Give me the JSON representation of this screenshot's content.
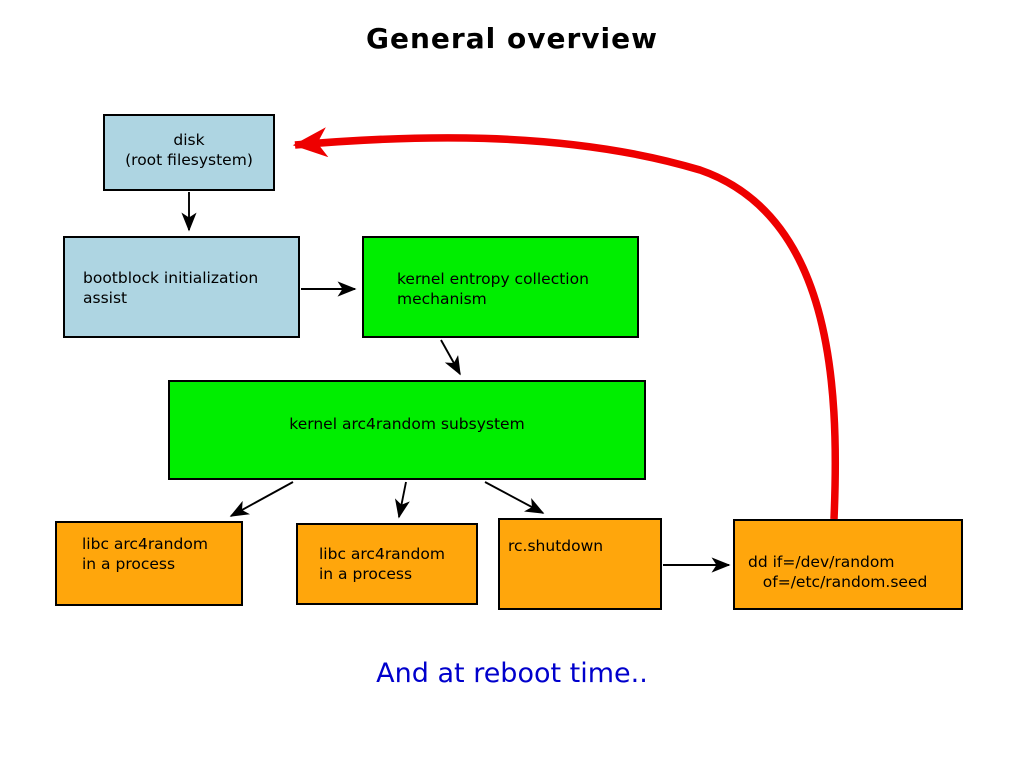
{
  "slide": {
    "title": "General  overview",
    "caption": "And at reboot time..",
    "caption_color": "#0000cc",
    "background": "#ffffff"
  },
  "palette": {
    "blue": "#aed5e2",
    "green": "#00ee00",
    "orange": "#ffa60c",
    "border": "#000000",
    "arrow": "#000000",
    "feedback_arrow": "#ee0000"
  },
  "nodes": [
    {
      "id": "disk",
      "label": "disk\n(root filesystem)",
      "color": "blue",
      "align": "center"
    },
    {
      "id": "bootblock",
      "label": "bootblock initialization\nassist",
      "color": "blue",
      "align": "left"
    },
    {
      "id": "entropy",
      "label": "kernel entropy collection\nmechanism",
      "color": "green",
      "align": "left"
    },
    {
      "id": "arc4",
      "label": "kernel arc4random subsystem",
      "color": "green",
      "align": "center"
    },
    {
      "id": "libc1",
      "label": "libc arc4random\nin a process",
      "color": "orange",
      "align": "left"
    },
    {
      "id": "libc2",
      "label": "libc arc4random\nin a process",
      "color": "orange",
      "align": "left"
    },
    {
      "id": "rcshutdown",
      "label": "rc.shutdown",
      "color": "orange",
      "align": "left"
    },
    {
      "id": "dd",
      "label": "dd if=/dev/random\n   of=/etc/random.seed",
      "color": "orange",
      "align": "left"
    }
  ],
  "edges": [
    {
      "id": "disk-to-bootblock",
      "from": "disk",
      "to": "bootblock",
      "style": "straight",
      "color": "#000000"
    },
    {
      "id": "bootblock-to-entropy",
      "from": "bootblock",
      "to": "entropy",
      "style": "straight",
      "color": "#000000"
    },
    {
      "id": "entropy-to-arc4",
      "from": "entropy",
      "to": "arc4",
      "style": "straight",
      "color": "#000000"
    },
    {
      "id": "arc4-to-libc1",
      "from": "arc4",
      "to": "libc1",
      "style": "straight",
      "color": "#000000"
    },
    {
      "id": "arc4-to-libc2",
      "from": "arc4",
      "to": "libc2",
      "style": "straight",
      "color": "#000000"
    },
    {
      "id": "arc4-to-rcshutdown",
      "from": "arc4",
      "to": "rcshutdown",
      "style": "straight",
      "color": "#000000"
    },
    {
      "id": "rcshutdown-to-dd",
      "from": "rcshutdown",
      "to": "dd",
      "style": "straight",
      "color": "#000000"
    },
    {
      "id": "dd-to-disk",
      "from": "dd",
      "to": "disk",
      "style": "curved",
      "color": "#ee0000"
    }
  ]
}
